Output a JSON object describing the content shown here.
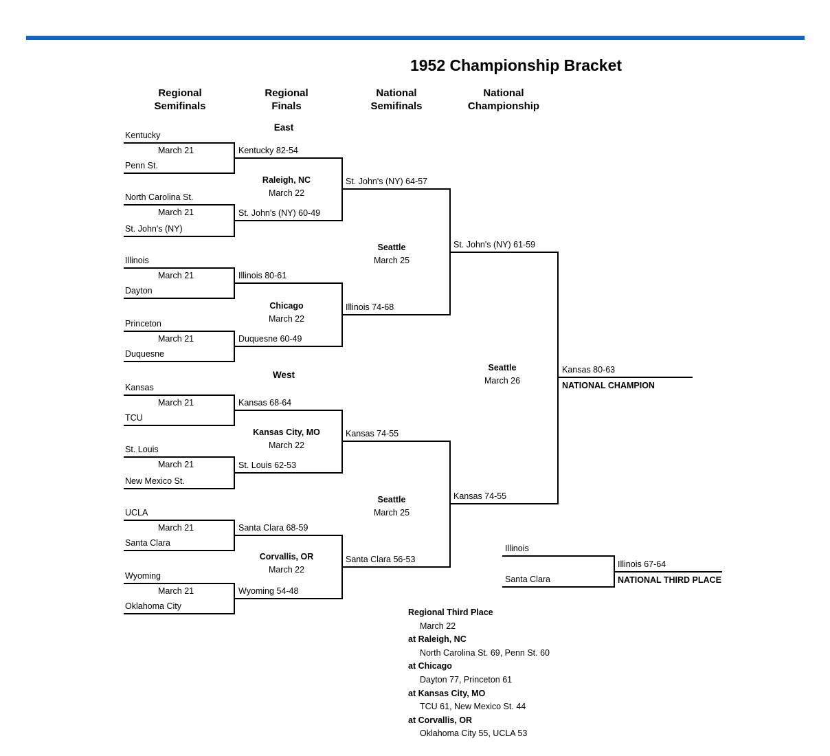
{
  "theme": {
    "accent": "#1565c0"
  },
  "title": "1952 Championship Bracket",
  "column_headers": [
    "Regional\nSemifinals",
    "Regional\nFinals",
    "National\nSemifinals",
    "National\nChampionship"
  ],
  "east": {
    "label": "East",
    "round1": [
      {
        "top": "Kentucky",
        "date": "March 21",
        "bottom": "Penn St.",
        "winner": "Kentucky 82-54"
      },
      {
        "top": "North Carolina St.",
        "date": "March 21",
        "bottom": "St. John's (NY)",
        "winner": "St. John's (NY) 60-49"
      },
      {
        "top": "Illinois",
        "date": "March 21",
        "bottom": "Dayton",
        "winner": "Illinois 80-61"
      },
      {
        "top": "Princeton",
        "date": "March 21",
        "bottom": "Duquesne",
        "winner": "Duquesne 60-49"
      }
    ],
    "finals": [
      {
        "site": "Raleigh, NC",
        "date": "March 22",
        "winner": "St. John's (NY) 64-57"
      },
      {
        "site": "Chicago",
        "date": "March 22",
        "winner": "Illinois 74-68"
      }
    ],
    "semifinal": {
      "site": "Seattle",
      "date": "March 25",
      "winner": "St. John's (NY) 61-59"
    }
  },
  "west": {
    "label": "West",
    "round1": [
      {
        "top": "Kansas",
        "date": "March 21",
        "bottom": "TCU",
        "winner": "Kansas 68-64"
      },
      {
        "top": "St. Louis",
        "date": "March 21",
        "bottom": "New Mexico St.",
        "winner": "St. Louis 62-53"
      },
      {
        "top": "UCLA",
        "date": "March 21",
        "bottom": "Santa Clara",
        "winner": "Santa Clara 68-59"
      },
      {
        "top": "Wyoming",
        "date": "March 21",
        "bottom": "Oklahoma City",
        "winner": "Wyoming 54-48"
      }
    ],
    "finals": [
      {
        "site": "Kansas City, MO",
        "date": "March 22",
        "winner": "Kansas 74-55"
      },
      {
        "site": "Corvallis, OR",
        "date": "March 22",
        "winner": "Santa Clara 56-53"
      }
    ],
    "semifinal": {
      "site": "Seattle",
      "date": "March 25",
      "winner": "Kansas 74-55"
    }
  },
  "championship": {
    "site": "Seattle",
    "date": "March 26",
    "winner": "Kansas 80-63",
    "label": "NATIONAL CHAMPION"
  },
  "third_place": {
    "top": "Illinois",
    "bottom": "Santa Clara",
    "winner": "Illinois 67-64",
    "label": "NATIONAL THIRD PLACE"
  },
  "regional_third_place": {
    "title": "Regional Third Place",
    "date": "March 22",
    "games": [
      {
        "site": "at Raleigh, NC",
        "result": "North Carolina St. 69, Penn St. 60"
      },
      {
        "site": "at Chicago",
        "result": "Dayton 77, Princeton 61"
      },
      {
        "site": "at Kansas City, MO",
        "result": "TCU 61, New Mexico St. 44"
      },
      {
        "site": "at Corvallis, OR",
        "result": "Oklahoma City 55, UCLA 53"
      }
    ]
  }
}
